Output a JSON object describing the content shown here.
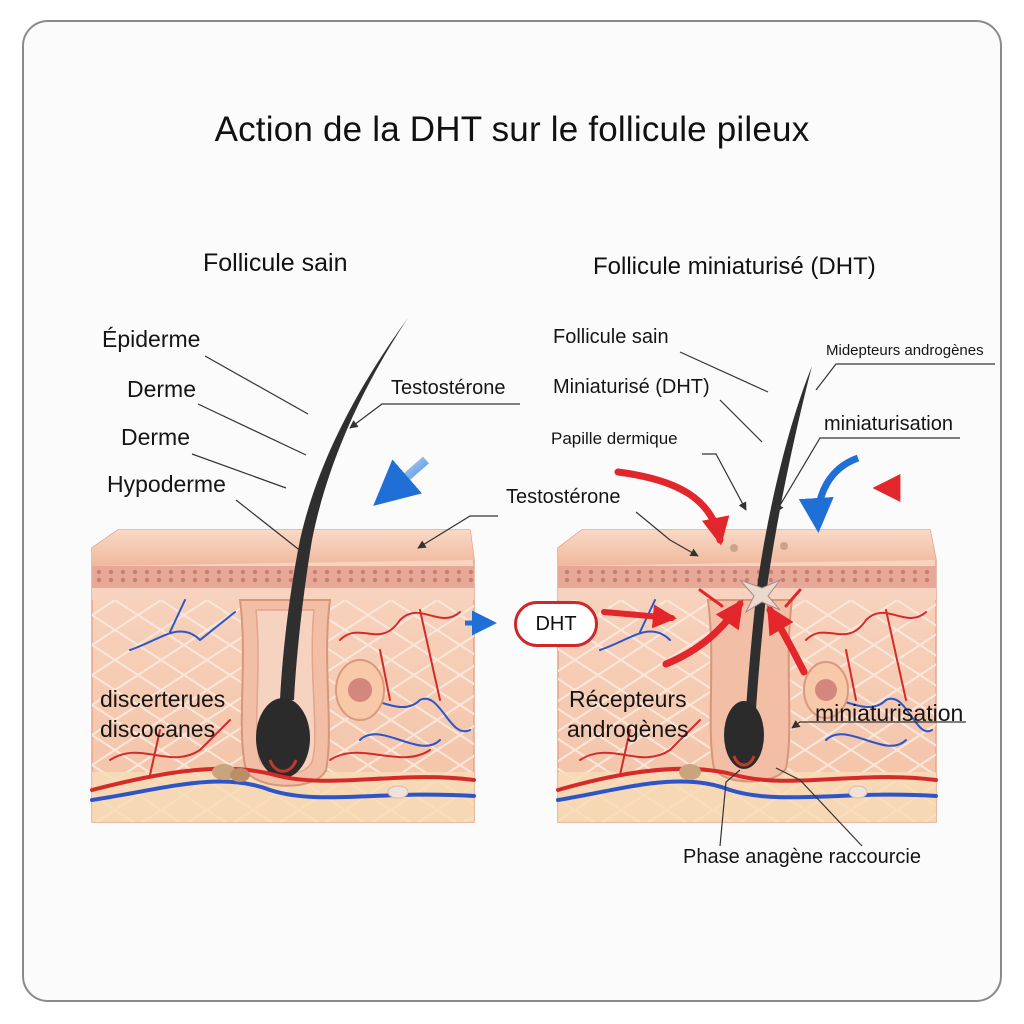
{
  "title": "Action de la DHT sur le follicule pileux",
  "left_panel": {
    "heading": "Follicule sain",
    "labels": {
      "epiderme": "Épiderme",
      "derme_1": "Derme",
      "derme_2": "Derme",
      "hypoderme": "Hypoderme",
      "testosterone": "Testostérone",
      "text_line1": "discerterues",
      "text_line2": "discocanes"
    }
  },
  "right_panel": {
    "heading": "Follicule miniaturisé (DHT)",
    "labels": {
      "follicule_sain": "Follicule sain",
      "miniaturise": "Miniaturisé (DHT)",
      "papille": "Papille dermique",
      "midepteurs": "Midepteurs androgènes",
      "miniaturisation_top": "miniaturisation",
      "testosterone": "Testostérone",
      "recepteurs_line1": "Récepteurs",
      "recepteurs_line2": "androgènes",
      "miniaturisation_side": "miniaturisation",
      "phase": "Phase anagène raccourcie"
    }
  },
  "dht_badge": "DHT",
  "colors": {
    "skin_top": "#f3c3a8",
    "skin_body": "#f6cdb7",
    "artery": "#d42a2a",
    "vein": "#2d55c8",
    "hair": "#2f2f2f",
    "arrow_red": "#e3262b",
    "arrow_blue": "#1f6fd6"
  }
}
